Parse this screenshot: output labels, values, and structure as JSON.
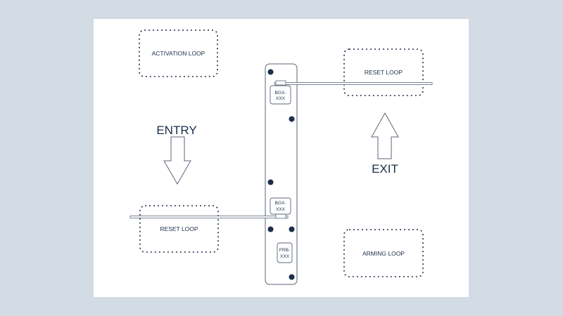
{
  "diagram": {
    "loops": {
      "activation": "ACTIVATION LOOP",
      "reset_exit": "RESET LOOP",
      "reset_entry": "RESET LOOP",
      "arming": "ARMING LOOP"
    },
    "directions": {
      "entry": "ENTRY",
      "exit": "EXIT"
    },
    "devices": {
      "barrier_top_line1": "BGX-",
      "barrier_top_line2": "XXX",
      "barrier_bottom_line1": "BGX-",
      "barrier_bottom_line2": "XXX",
      "frb_line1": "FRB-",
      "frb_line2": "XXX"
    },
    "colors": {
      "background": "#d3dbe5",
      "canvas": "#ffffff",
      "ink": "#1c2e4a",
      "line": "#5a6678"
    }
  }
}
